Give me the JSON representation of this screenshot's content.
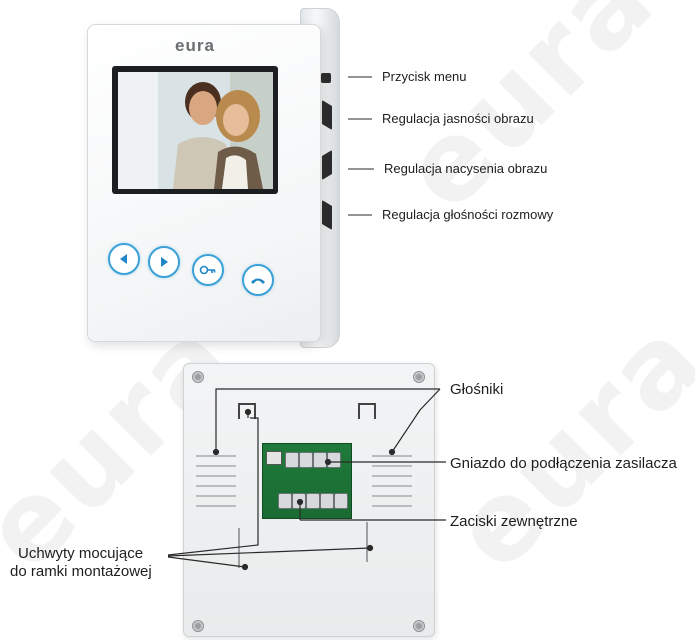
{
  "brand": {
    "logo_text": "eura"
  },
  "front_callouts": [
    {
      "id": "menu",
      "label": "Przycisk menu"
    },
    {
      "id": "brightness",
      "label": "Regulacja jasności obrazu"
    },
    {
      "id": "saturation",
      "label": "Regulacja nacysenia obrazu"
    },
    {
      "id": "volume",
      "label": "Regulacja głośności rozmowy"
    }
  ],
  "back_callouts": [
    {
      "id": "speakers",
      "label": "Głośniki"
    },
    {
      "id": "power",
      "label": "Gniazdo do podłączenia zasilacza"
    },
    {
      "id": "terminals",
      "label": "Zaciski zewnętrzne"
    },
    {
      "id": "mounts",
      "label_line1": "Uchwyty mocujące",
      "label_line2": "do ramki montażowej"
    }
  ],
  "touch_buttons": [
    {
      "name": "left-arrow-icon"
    },
    {
      "name": "right-arrow-icon"
    },
    {
      "name": "key-icon"
    },
    {
      "name": "handset-icon"
    }
  ],
  "colors": {
    "accent": "#3aa0d8",
    "pcb": "#1f7a3a",
    "line": "#2a2a2a"
  }
}
